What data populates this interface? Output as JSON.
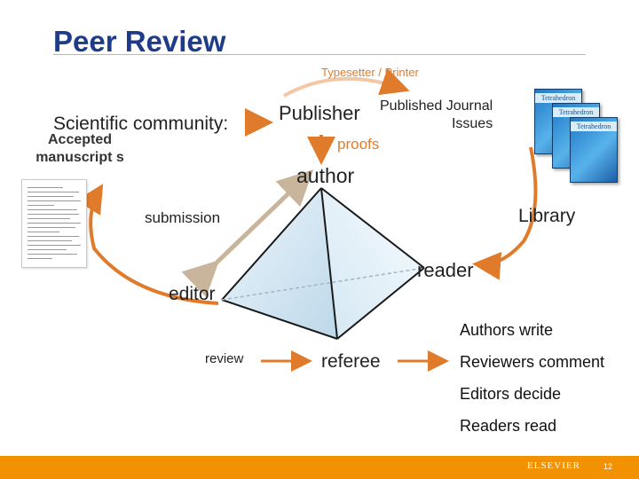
{
  "title": "Peer Review",
  "nodes": {
    "typesetter": "Typesetter / Printer",
    "publisher": "Publisher",
    "published_journal": [
      "Published Journal",
      "Issues"
    ],
    "proofs": "proofs",
    "author": "author",
    "scientific_community": "Scientific community:",
    "accepted_manuscripts": "Accepted manuscript s",
    "submission": "submission",
    "library": "Library",
    "reader": "reader",
    "editor": "editor",
    "review": "review",
    "referee": "referee"
  },
  "statements": [
    "Authors write",
    "Reviewers comment",
    "Editors decide",
    "Readers read"
  ],
  "journal_cover": "Tetrahedron",
  "footer": {
    "brand": "ELSEVIER",
    "page": "12"
  },
  "colors": {
    "title": "#1f3c88",
    "arrow_orange": "#e07b2b",
    "arrow_tan": "#b79f86",
    "pyramid": "#1a1a1a",
    "footer": "#f39200"
  }
}
